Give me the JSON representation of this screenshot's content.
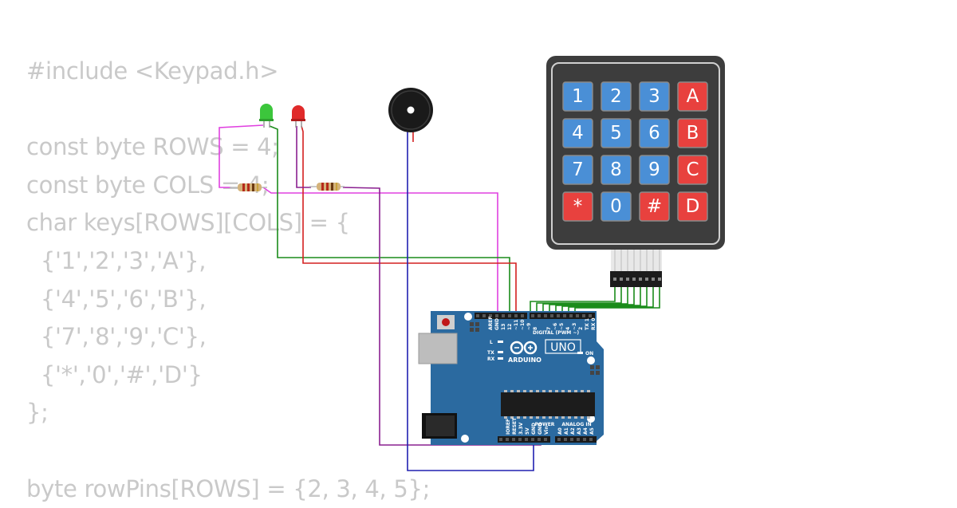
{
  "code_lines": [
    "#include <Keypad.h>",
    "",
    "const byte ROWS = 4;",
    "const byte COLS = 4;",
    "char keys[ROWS][COLS] = {",
    "  {'1','2','3','A'},",
    "  {'4','5','6','B'},",
    "  {'7','8','9','C'},",
    "  {'*','0','#','D'}",
    "};",
    "",
    "byte rowPins[ROWS] = {2, 3, 4, 5};"
  ],
  "keypad": {
    "keys": [
      [
        "1",
        "2",
        "3",
        "A"
      ],
      [
        "4",
        "5",
        "6",
        "B"
      ],
      [
        "7",
        "8",
        "9",
        "C"
      ],
      [
        "*",
        "0",
        "#",
        "D"
      ]
    ],
    "digit_color": "#4a8fd6",
    "letter_color": "#e8413e",
    "body_color": "#3d3d3d"
  },
  "board": {
    "brand": "ARDUINO",
    "model": "UNO",
    "color": "#2b6aa0",
    "digital_label": "DIGITAL (PWM ~)",
    "analog_label": "ANALOG IN",
    "power_label": "POWER",
    "on_label": "ON",
    "l_label": "L",
    "tx_label": "TX",
    "rx_label": "RX",
    "top_pins": [
      "AREF",
      "GND",
      "13",
      "12",
      "~11",
      "~10",
      "~9",
      "8",
      "7",
      "~6",
      "~5",
      "4",
      "~3",
      "2",
      "TX 1",
      "RX 0"
    ],
    "bottom_power_pins": [
      "IOREF",
      "RESET",
      "3.3V",
      "5V",
      "GND",
      "GND",
      "Vin"
    ],
    "bottom_analog_pins": [
      "A0",
      "A1",
      "A2",
      "A3",
      "A4",
      "A5"
    ]
  },
  "wire_colors": {
    "magenta": "#e040e0",
    "green": "#1a8c1a",
    "red": "#d42020",
    "purple": "#8a2090",
    "blue": "#2020b0"
  },
  "leds": {
    "green": "#3cc63c",
    "red": "#e02a2a"
  }
}
